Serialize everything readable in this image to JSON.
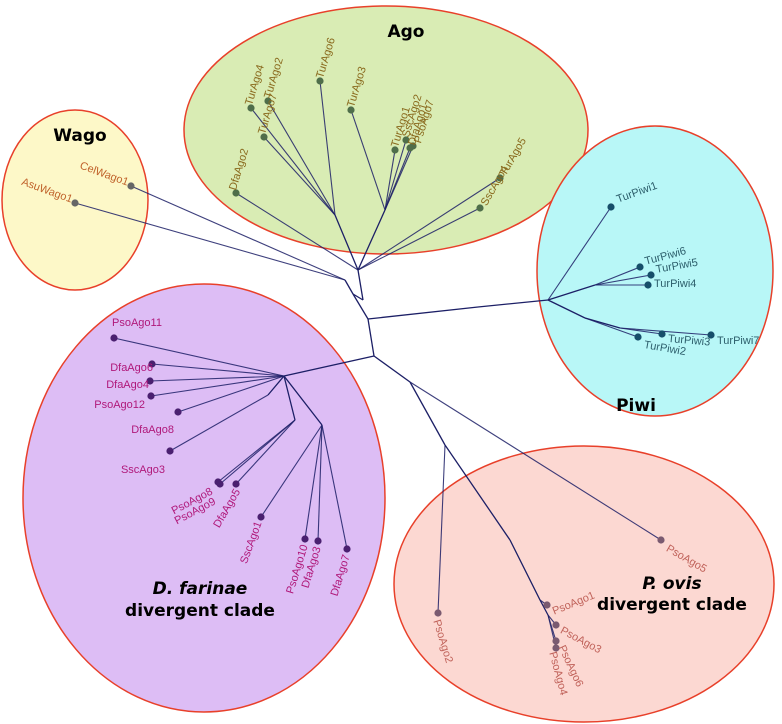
{
  "clades": [
    {
      "id": "ago",
      "title": "Ago",
      "subtitle": "",
      "italic": false,
      "fill": "#d9ecb4",
      "stroke": "#e8402a",
      "label_color": "#8a6a1e",
      "node_color": "#4f6e4a"
    },
    {
      "id": "wago",
      "title": "Wago",
      "subtitle": "",
      "italic": false,
      "fill": "#fdf8c8",
      "stroke": "#e8402a",
      "label_color": "#c0622a",
      "node_color": "#666666"
    },
    {
      "id": "piwi",
      "title": "Piwi",
      "subtitle": "",
      "italic": false,
      "fill": "#b8f7f7",
      "stroke": "#e8402a",
      "label_color": "#2d5f6c",
      "node_color": "#164e6a"
    },
    {
      "id": "dfarinae",
      "title": "D. farinae",
      "subtitle": "divergent clade",
      "italic": true,
      "fill": "#ddbdf5",
      "stroke": "#e8402a",
      "label_color": "#b0187a",
      "node_color": "#4a2070"
    },
    {
      "id": "povis",
      "title": "P. ovis",
      "subtitle": "divergent clade",
      "italic": true,
      "fill": "#fcd8d2",
      "stroke": "#e8402a",
      "label_color": "#c0625a",
      "node_color": "#7a5a70"
    }
  ],
  "leaves": [
    {
      "label": "TurAgo4",
      "clade": "ago"
    },
    {
      "label": "TurAgo2",
      "clade": "ago"
    },
    {
      "label": "TurAgo7",
      "clade": "ago"
    },
    {
      "label": "TurAgo6",
      "clade": "ago"
    },
    {
      "label": "TurAgo3",
      "clade": "ago"
    },
    {
      "label": "TurAgo1",
      "clade": "ago"
    },
    {
      "label": "SscAgo2",
      "clade": "ago"
    },
    {
      "label": "DfaAgo1",
      "clade": "ago"
    },
    {
      "label": "PsoAgo7",
      "clade": "ago"
    },
    {
      "label": "DfaAgo2",
      "clade": "ago"
    },
    {
      "label": "TurAgo5",
      "clade": "ago"
    },
    {
      "label": "SscAgo4",
      "clade": "ago"
    },
    {
      "label": "CelWago1",
      "clade": "wago"
    },
    {
      "label": "AsuWago1",
      "clade": "wago"
    },
    {
      "label": "TurPiwi1",
      "clade": "piwi"
    },
    {
      "label": "TurPiwi6",
      "clade": "piwi"
    },
    {
      "label": "TurPiwi5",
      "clade": "piwi"
    },
    {
      "label": "TurPiwi4",
      "clade": "piwi"
    },
    {
      "label": "TurPiwi7",
      "clade": "piwi"
    },
    {
      "label": "TurPiwi3",
      "clade": "piwi"
    },
    {
      "label": "TurPiwi2",
      "clade": "piwi"
    },
    {
      "label": "PsoAgo11",
      "clade": "dfarinae"
    },
    {
      "label": "DfaAgo6",
      "clade": "dfarinae"
    },
    {
      "label": "DfaAgo4",
      "clade": "dfarinae"
    },
    {
      "label": "PsoAgo12",
      "clade": "dfarinae"
    },
    {
      "label": "DfaAgo8",
      "clade": "dfarinae"
    },
    {
      "label": "SscAgo3",
      "clade": "dfarinae"
    },
    {
      "label": "PsoAgo8",
      "clade": "dfarinae"
    },
    {
      "label": "PsoAgo9",
      "clade": "dfarinae"
    },
    {
      "label": "DfaAgo5",
      "clade": "dfarinae"
    },
    {
      "label": "SscAgo1",
      "clade": "dfarinae"
    },
    {
      "label": "PsoAgo10",
      "clade": "dfarinae"
    },
    {
      "label": "DfaAgo3",
      "clade": "dfarinae"
    },
    {
      "label": "DfaAgo7",
      "clade": "dfarinae"
    },
    {
      "label": "PsoAgo5",
      "clade": "povis"
    },
    {
      "label": "PsoAgo2",
      "clade": "povis"
    },
    {
      "label": "PsoAgo1",
      "clade": "povis"
    },
    {
      "label": "PsoAgo3",
      "clade": "povis"
    },
    {
      "label": "PsoAgo6",
      "clade": "povis"
    },
    {
      "label": "PsoAgo4",
      "clade": "povis"
    }
  ],
  "colors": {
    "branch": "#1c1f66",
    "background": "#ffffff"
  }
}
